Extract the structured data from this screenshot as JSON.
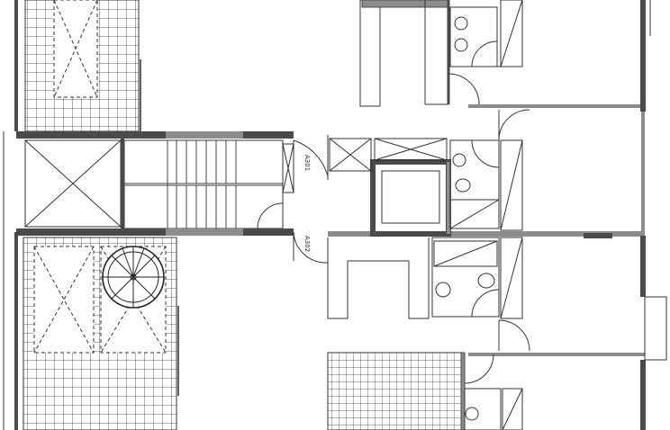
{
  "plan": {
    "room_labels": [
      {
        "id": "door-a301",
        "text": "A301"
      },
      {
        "id": "door-a302",
        "text": "A302"
      }
    ]
  },
  "colors": {
    "wall_dark": "#4a4a4a",
    "wall_gray": "#8c8c8c",
    "line": "#333333",
    "background": "#ffffff"
  }
}
